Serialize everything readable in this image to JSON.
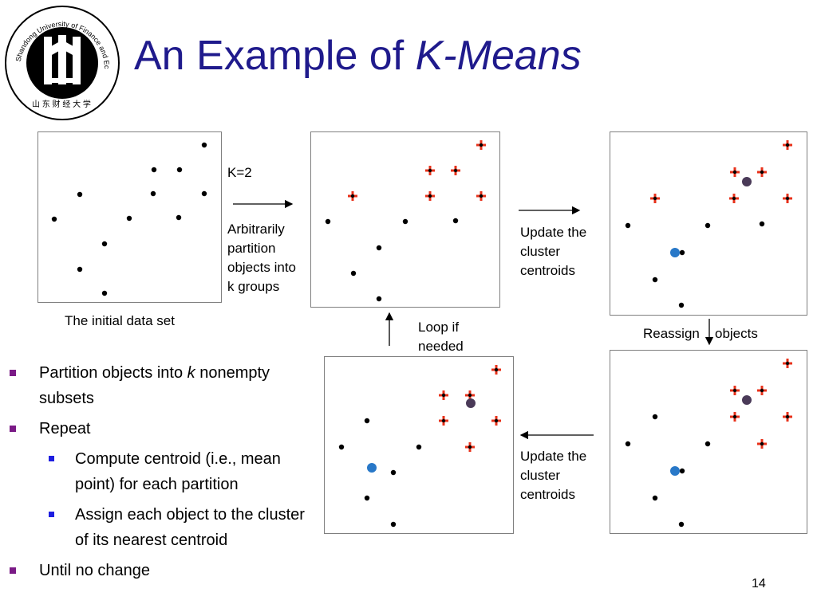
{
  "slide": {
    "title_main": "An Example of ",
    "title_em": "K-Means",
    "logo_text": "Shandong University of Finance and Economics",
    "page_number": "14"
  },
  "diagram": {
    "k_label": "K=2",
    "partition_text": [
      "Arbitrarily",
      "partition",
      "objects into",
      "k groups"
    ],
    "initial_label": "The initial data set",
    "update_top_text": [
      "Update the",
      "cluster",
      "centroids"
    ],
    "reassign_label_1": "Reassign",
    "reassign_label_2": "objects",
    "loop_text": [
      "Loop if",
      "needed"
    ],
    "update_bottom_text": [
      "Update the",
      "cluster",
      "centroids"
    ],
    "colors": {
      "cross": "#e8311a",
      "dot": "#000000",
      "centroid_blue": "#2878c8",
      "centroid_dark": "#4a3a58"
    }
  },
  "bullets": {
    "b1_pre": "Partition objects into ",
    "b1_em": "k",
    "b1_post": " nonempty subsets",
    "b2": "Repeat",
    "b2_1": "Compute centroid (i.e., mean point) for each partition",
    "b2_2": "Assign each object to the cluster of its nearest centroid",
    "b3": "Until no change"
  }
}
